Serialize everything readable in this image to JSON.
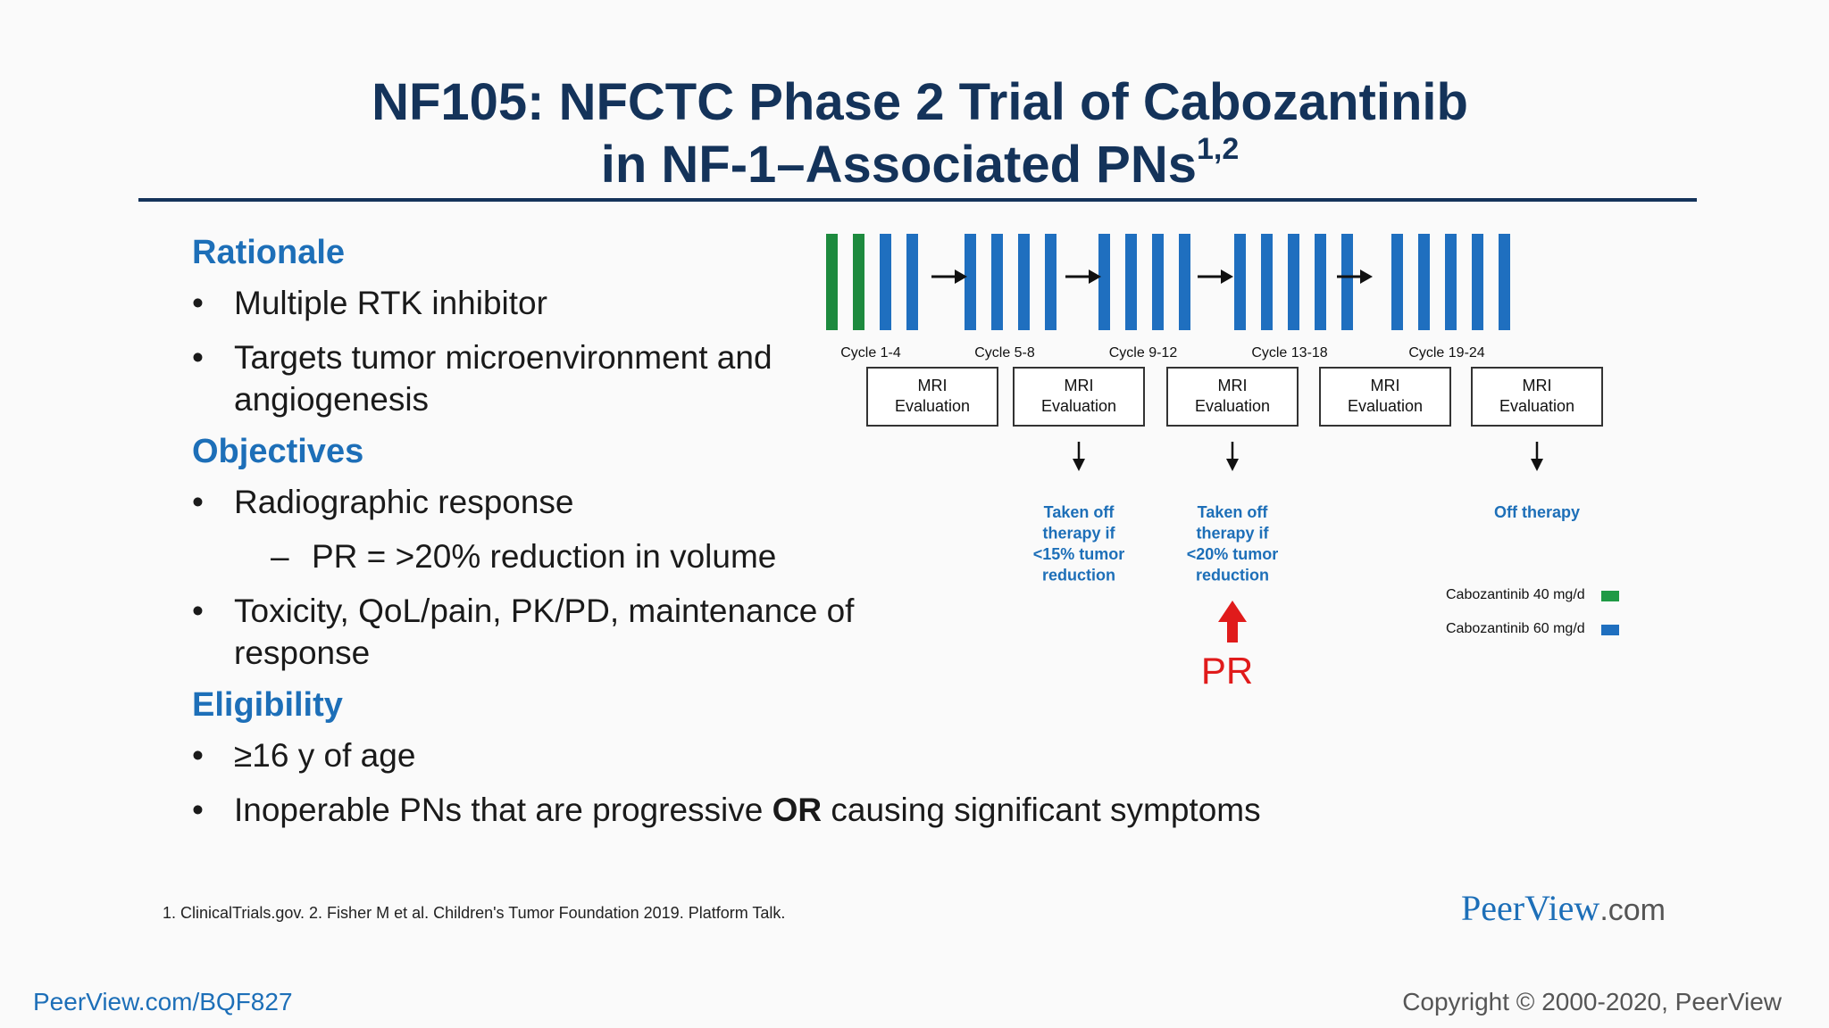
{
  "header": {
    "title_line1": "NF105: NFCTC Phase 2 Trial of Cabozantinib",
    "title_line2": "in NF-1–Associated PNs",
    "title_sup": "1,2"
  },
  "sections": {
    "rationale": {
      "heading": "Rationale",
      "bullets": [
        "Multiple RTK inhibitor",
        "Targets tumor microenvironment and angiogenesis"
      ]
    },
    "objectives": {
      "heading": "Objectives",
      "bullet1": "Radiographic response",
      "sub1": "PR = >20% reduction in volume",
      "bullet2": "Toxicity, QoL/pain, PK/PD, maintenance of response"
    },
    "eligibility": {
      "heading": "Eligibility",
      "bullet1": "≥16 y of age",
      "bullet2_pre": "Inoperable PNs that are progressive ",
      "bullet2_bold": "OR",
      "bullet2_post": " causing significant symptoms"
    }
  },
  "diagram": {
    "groups": [
      {
        "label": "Cycle 1-4",
        "colors": [
          "green",
          "green",
          "blue",
          "blue"
        ]
      },
      {
        "label": "Cycle 5-8",
        "colors": [
          "blue",
          "blue",
          "blue",
          "blue"
        ]
      },
      {
        "label": "Cycle 9-12",
        "colors": [
          "blue",
          "blue",
          "blue",
          "blue"
        ]
      },
      {
        "label": "Cycle 13-18",
        "colors": [
          "blue",
          "blue",
          "blue",
          "blue",
          "blue"
        ]
      },
      {
        "label": "Cycle 19-24",
        "colors": [
          "blue",
          "blue",
          "blue",
          "blue",
          "blue"
        ]
      }
    ],
    "mri_boxes": [
      [
        "MRI",
        "Evaluation"
      ],
      [
        "MRI",
        "Evaluation"
      ],
      [
        "MRI",
        "Evaluation"
      ],
      [
        "MRI",
        "Evaluation"
      ],
      [
        "MRI",
        "Evaluation"
      ]
    ],
    "outcomes": [
      {
        "box": 1,
        "lines": [
          "Taken off",
          "therapy if",
          "<15% tumor",
          "reduction"
        ]
      },
      {
        "box": 2,
        "lines": [
          "Taken off",
          "therapy if",
          "<20% tumor",
          "reduction"
        ]
      },
      {
        "box": 4,
        "lines": [
          "Off therapy"
        ]
      }
    ],
    "pr_label": "PR",
    "colors": {
      "green": "#1d8a3e",
      "blue": "#1f6fbf",
      "outcome_text": "#1d6fb8",
      "pr": "#e01b1b",
      "legend_green": "#1f9a45"
    }
  },
  "legend": [
    {
      "label": "Cabozantinib 40 mg/d",
      "color": "green"
    },
    {
      "label": "Cabozantinib 60 mg/d",
      "color": "blue"
    }
  ],
  "footer": {
    "footnote": "1. ClinicalTrials.gov. 2. Fisher M et al. Children's Tumor Foundation 2019. Platform Talk.",
    "logo_main": "PeerView",
    "logo_suffix": ".com",
    "url": "PeerView.com/BQF827",
    "copyright": "Copyright © 2000-2020, PeerView"
  }
}
